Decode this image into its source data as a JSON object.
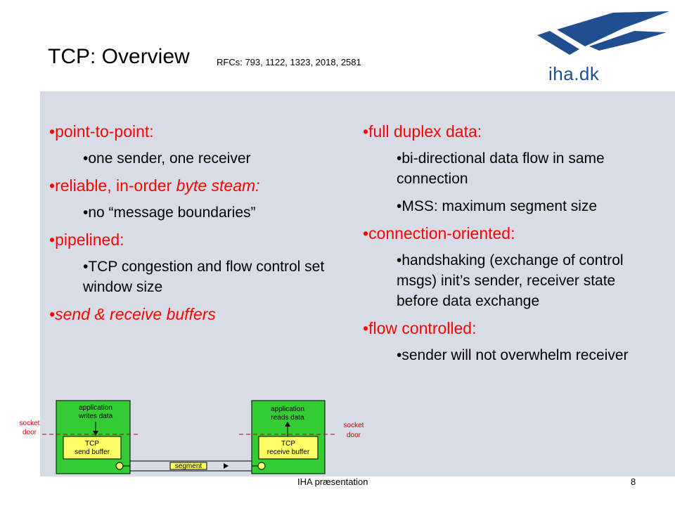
{
  "slide": {
    "title": "TCP: Overview",
    "subtitle": "RFCs: 793, 1122, 1323, 2018, 2581",
    "logo_text": "iha.dk",
    "footer": "IHA præsentation",
    "page_number": "8",
    "bullet_char": "•"
  },
  "left_column": {
    "item1": {
      "label": "point-to-point:"
    },
    "item1_sub1": "one sender, one receiver",
    "item2_prefix": "reliable, in-order ",
    "item2_italic": "byte steam:",
    "item2_sub1": "no “message boundaries”",
    "item3": {
      "label": "pipelined:"
    },
    "item3_sub1": "TCP congestion and flow control set window size",
    "item4": {
      "label": "send & receive buffers"
    }
  },
  "right_column": {
    "item1": {
      "label": "full duplex data:"
    },
    "item1_sub1": "bi-directional data flow in same connection",
    "item1_sub2": "MSS: maximum segment size",
    "item2": {
      "label": "connection-oriented:"
    },
    "item2_sub1": "handshaking (exchange of control msgs) init’s sender, receiver state before data exchange",
    "item3": {
      "label": "flow controlled:"
    },
    "item3_sub1": "sender will not overwhelm receiver"
  },
  "diagram": {
    "left_socket_line1": "socket",
    "left_socket_line2": "door",
    "right_socket_line1": "socket",
    "right_socket_line2": "door",
    "app_writes_line1": "application",
    "app_writes_line2": "writes data",
    "app_reads_line1": "application",
    "app_reads_line2": "reads data",
    "send_buf_line1": "TCP",
    "send_buf_line2": "send buffer",
    "recv_buf_line1": "TCP",
    "recv_buf_line2": "receive buffer",
    "segment_label": "segment"
  },
  "colors": {
    "bullet_red": "#ff0000",
    "panel_bg": "#d8dce6",
    "host_green": "#33cc33",
    "buffer_yellow": "#ffff66",
    "logo_blue": "#1f4f8f"
  }
}
